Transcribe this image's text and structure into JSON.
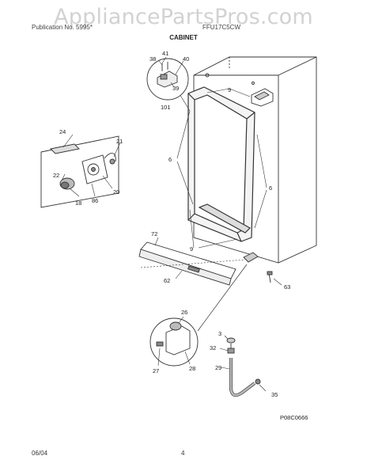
{
  "header": {
    "watermark": "AppliancePartsPros.com",
    "left": "Publication No. 5995*",
    "right": "FFU17C5CW",
    "title": "CABINET"
  },
  "callouts": {
    "c41": "41",
    "c38": "38",
    "c40": "40",
    "c39": "39",
    "c101": "101",
    "c9a": "9",
    "c9b": "9",
    "c6a": "6",
    "c6b": "6",
    "c24": "24",
    "c21": "21",
    "c22": "22",
    "c20": "20",
    "c18": "18",
    "c86": "86",
    "c72": "72",
    "c62": "62",
    "c63": "63",
    "c26": "26",
    "c27": "27",
    "c28": "28",
    "c3": "3",
    "c32": "32",
    "c29": "29",
    "c35": "35"
  },
  "figure_code": "P08C0666",
  "footer": {
    "date": "06/04",
    "page": "4"
  }
}
